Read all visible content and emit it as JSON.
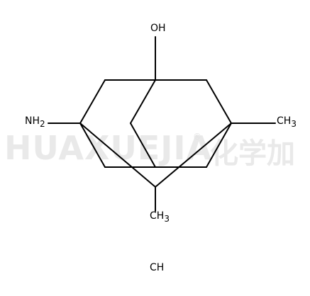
{
  "watermark": {
    "latin": "HUAXUEJIA",
    "registered": "®",
    "chinese": "化学加",
    "color": "#e9e9e9"
  },
  "molecule": {
    "labels": {
      "hydroxyl": "OH",
      "amine": "NH",
      "amine_sub": "2",
      "methyl_right": "CH",
      "methyl_right_sub": "3",
      "methyl_bottom": "CH",
      "methyl_bottom_sub": "3",
      "salt": "CH"
    },
    "bond_color": "#000000"
  }
}
